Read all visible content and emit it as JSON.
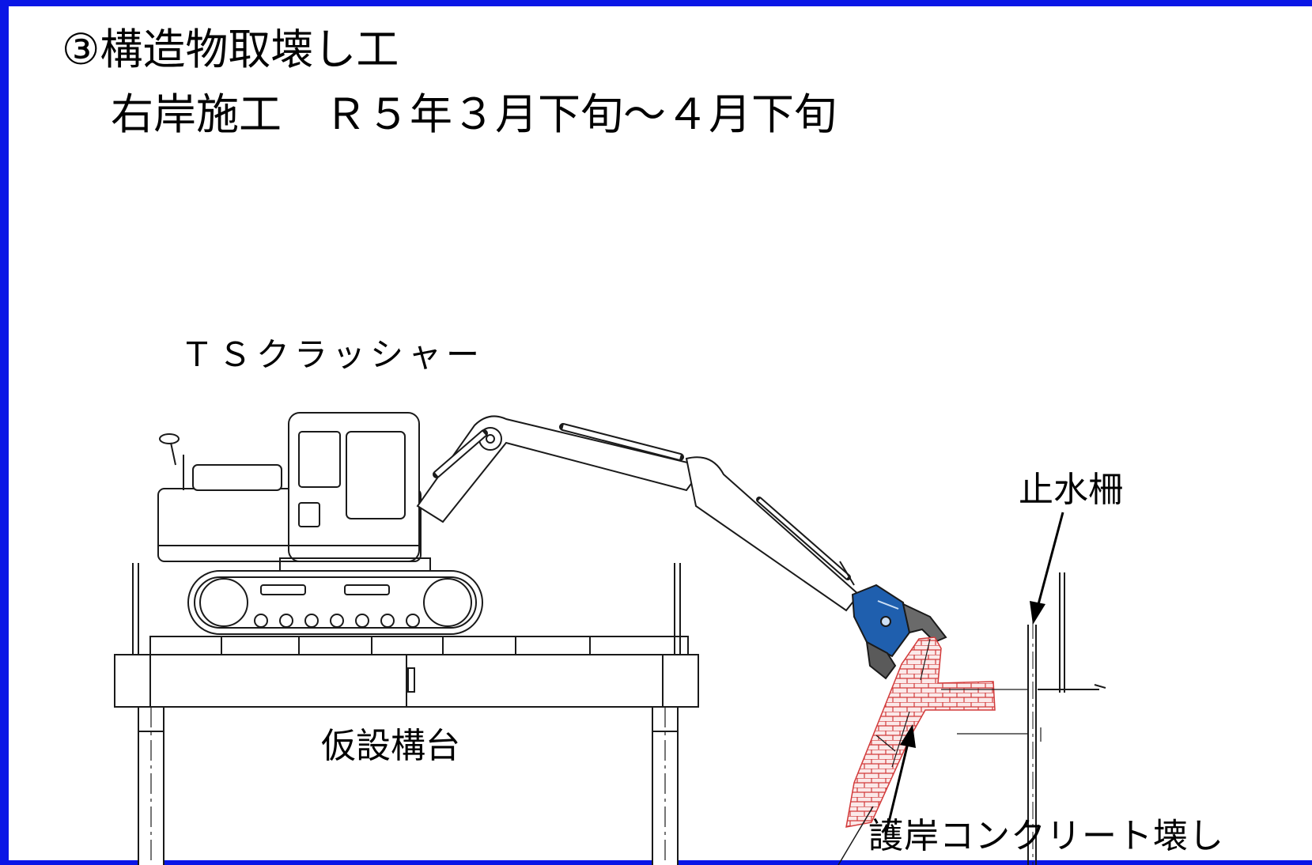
{
  "title": {
    "line1": "③構造物取壊し工",
    "line2": "右岸施工　Ｒ５年３月下旬～４月下旬"
  },
  "labels": {
    "crusher": "ＴＳクラッシャー",
    "cutoff_fence": "止水柵",
    "temporary_deck": "仮設構台",
    "revetment_demolition": "護岸コンクリート壊し"
  },
  "colors": {
    "frame_border": "#0a16e6",
    "crusher_attachment": "#1f5fae",
    "demolition_hatch": "#d23a3a",
    "line": "#1a1a1a"
  },
  "icons": {
    "arrow_to_fence": "arrow-icon",
    "arrow_to_revetment": "arrow-icon"
  }
}
